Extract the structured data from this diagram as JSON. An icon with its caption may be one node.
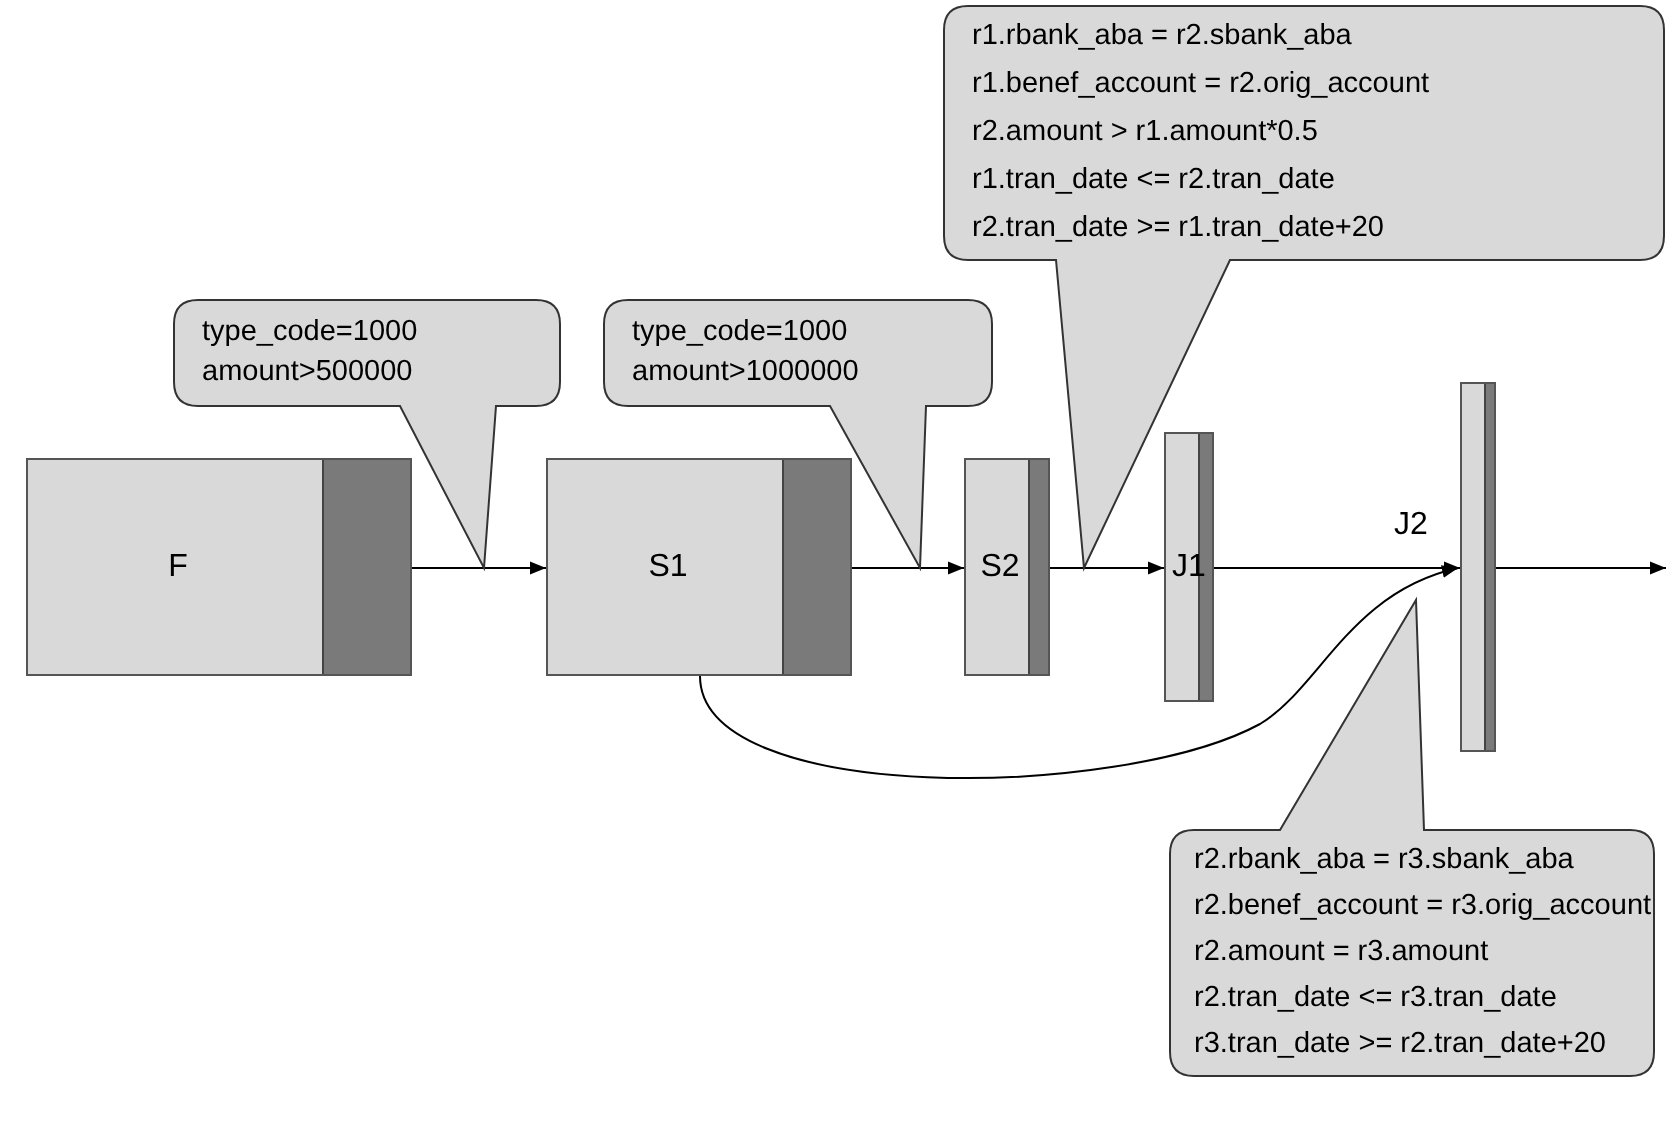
{
  "diagram": {
    "nodes": [
      {
        "text": [
          "F"
        ]
      },
      {
        "text": [
          "S1"
        ]
      },
      {
        "text": [
          "S2"
        ]
      },
      {
        "text": [
          "J1"
        ]
      },
      {
        "text": [],
        "shape": "bar"
      },
      {
        "text": [
          "type_code=1000",
          "amount>500000"
        ]
      },
      {
        "text": [
          "type_code=1000",
          "amount>1000000"
        ]
      },
      {
        "text": [
          "r1.rbank_aba = r2.sbank_aba",
          "r1.benef_account = r2.orig_account",
          "r2.amount > r1.amount*0.5",
          "r1.tran_date <= r2.tran_date",
          "r2.tran_date >= r1.tran_date+20"
        ]
      },
      {
        "text": [
          "r2.rbank_aba = r3.sbank_aba",
          "r2.benef_account = r3.orig_account",
          "r2.amount = r3.amount",
          "r2.tran_date <= r3.tran_date",
          "r3.tran_date >= r2.tran_date+20"
        ]
      }
    ],
    "edges": [
      {
        "from": 0,
        "to": 1,
        "arrow": "to"
      },
      {
        "from": 1,
        "to": 2,
        "arrow": "to"
      },
      {
        "from": 2,
        "to": 3,
        "arrow": "to"
      },
      {
        "from": 3,
        "to": 4,
        "arrow": "to"
      },
      {
        "from": 1,
        "to": 4,
        "arrow": "to"
      },
      {
        "from": 4,
        "to": null,
        "arrow": "to"
      }
    ],
    "labels": [
      "J2"
    ]
  }
}
